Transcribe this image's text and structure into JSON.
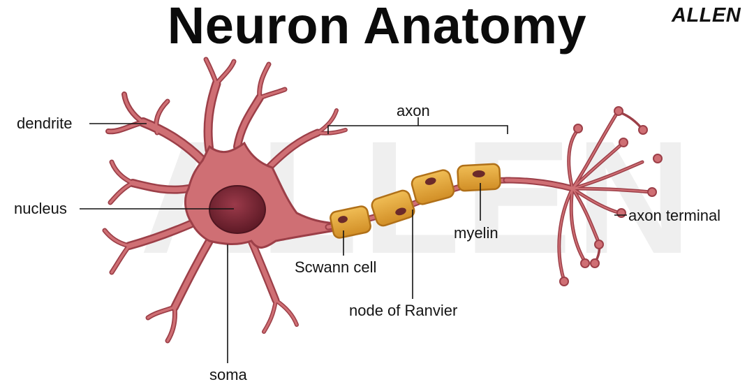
{
  "title": "Neuron Anatomy",
  "brand": "ALLEN",
  "watermark": "ALLEN",
  "labels": {
    "dendrite": "dendrite",
    "nucleus": "nucleus",
    "soma": "soma",
    "axon": "axon",
    "schwann_cell": "Scwann cell",
    "node_of_ranvier": "node of Ranvier",
    "myelin": "myelin",
    "axon_terminal": "axon terminal"
  },
  "colors": {
    "cell_fill": "#cf6f74",
    "cell_outline": "#9c3f48",
    "nucleus": "#7a2531",
    "myelin_fill": "#e2a63c",
    "myelin_outline": "#b07018",
    "leader_line": "#111111"
  }
}
